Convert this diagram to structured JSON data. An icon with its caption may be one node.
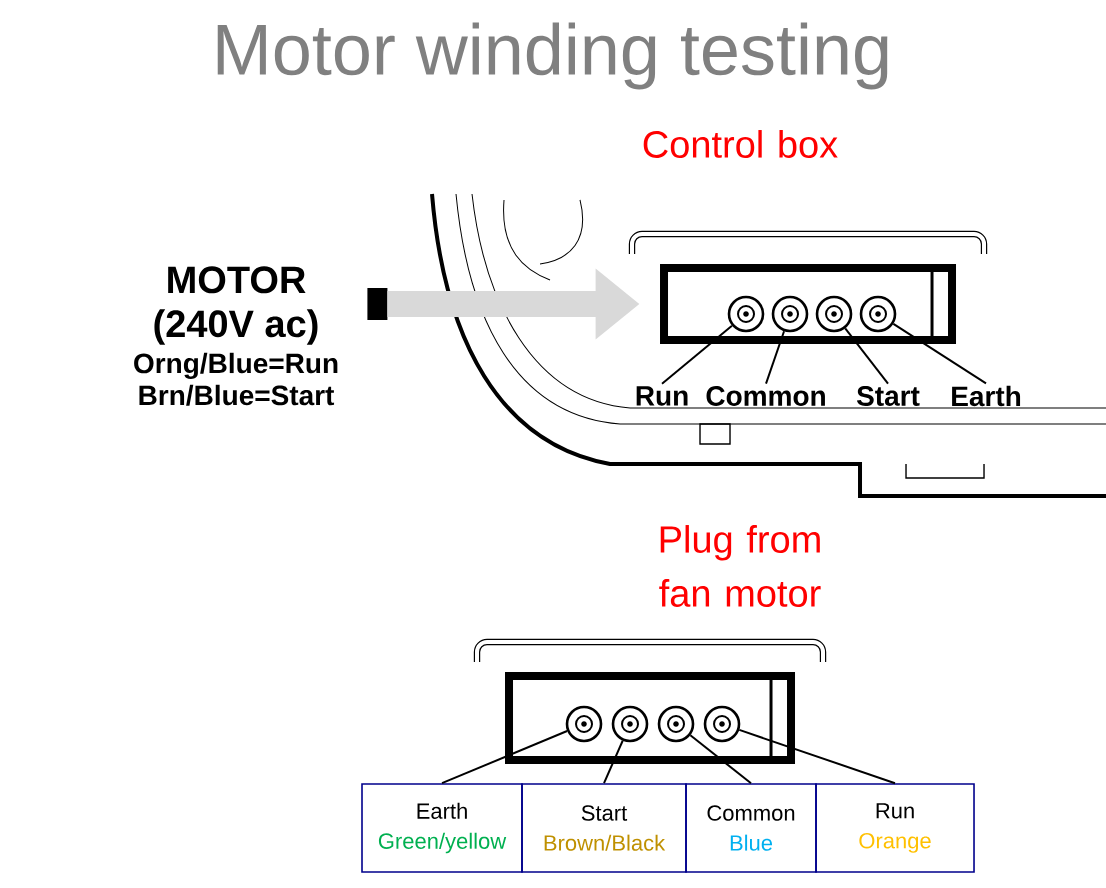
{
  "diagram": {
    "title": "Motor winding testing",
    "nodes": [
      {
        "text": [
          "MOTOR (240V ac)",
          "Orng/Blue=Run Brn/Blue=Start"
        ]
      },
      {
        "text": [],
        "shape": "box"
      },
      {
        "text": [],
        "shape": "circle",
        "in": 1
      },
      {
        "text": [],
        "shape": "circle",
        "in": 1
      },
      {
        "text": [],
        "shape": "circle",
        "in": 1
      },
      {
        "text": [],
        "shape": "circle",
        "in": 1
      },
      {
        "text": [
          "Run"
        ]
      },
      {
        "text": [
          "Common"
        ]
      },
      {
        "text": [
          "Start"
        ]
      },
      {
        "text": [
          "Earth"
        ]
      },
      {
        "text": [],
        "shape": "box"
      },
      {
        "text": [],
        "shape": "circle",
        "in": 10
      },
      {
        "text": [],
        "shape": "circle",
        "in": 10
      },
      {
        "text": [],
        "shape": "circle",
        "in": 10
      },
      {
        "text": [],
        "shape": "circle",
        "in": 10
      },
      {
        "text": [
          "Earth",
          "Green/yellow"
        ]
      },
      {
        "text": [
          "Start",
          "Brown/Black"
        ]
      },
      {
        "text": [
          "Common",
          "Blue"
        ]
      },
      {
        "text": [
          "Run",
          "Orange"
        ]
      }
    ],
    "edges": [
      {
        "from": 0,
        "to": 1,
        "arrow": "to",
        "style": "thick",
        "color": "#d9d9d9"
      },
      {
        "from": 6,
        "to": 2,
        "arrow": "none"
      },
      {
        "from": 7,
        "to": 3,
        "arrow": "none"
      },
      {
        "from": 8,
        "to": 4,
        "arrow": "none"
      },
      {
        "from": 9,
        "to": 5,
        "arrow": "none"
      },
      {
        "from": 15,
        "to": 11,
        "arrow": "none"
      },
      {
        "from": 16,
        "to": 12,
        "arrow": "none"
      },
      {
        "from": 17,
        "to": 13,
        "arrow": "none"
      },
      {
        "from": 18,
        "to": 14,
        "arrow": "none"
      }
    ],
    "labels": [
      "Control box",
      "Plug from fan motor"
    ]
  }
}
